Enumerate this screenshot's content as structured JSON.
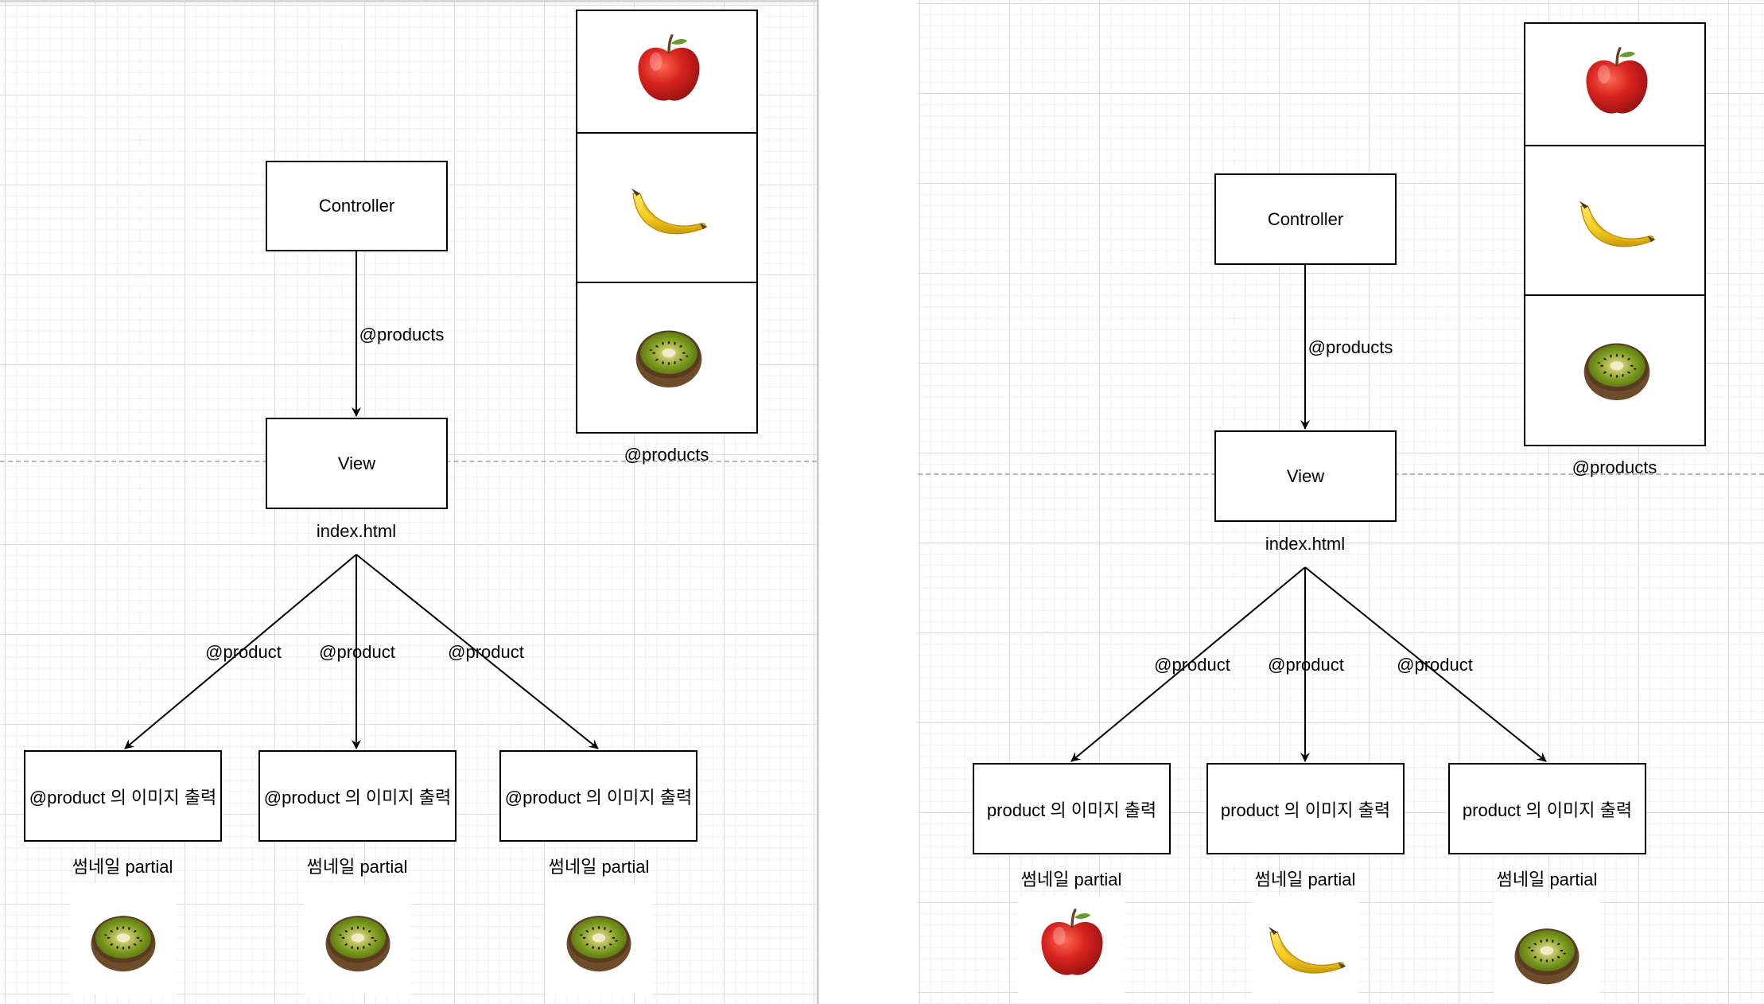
{
  "left": {
    "controller_label": "Controller",
    "view_label": "View",
    "view_caption": "index.html",
    "edge_controller_view": "@products",
    "products_caption": "@products",
    "products_strip": [
      "apple-icon",
      "banana-icon",
      "kiwi-icon"
    ],
    "edge_labels": [
      "@product",
      "@product",
      "@product"
    ],
    "partials": [
      {
        "label": "@product 의 이미지 출력",
        "caption": "썸네일 partial",
        "thumb": "kiwi-icon"
      },
      {
        "label": "@product 의 이미지 출력",
        "caption": "썸네일 partial",
        "thumb": "kiwi-icon"
      },
      {
        "label": "@product 의 이미지 출력",
        "caption": "썸네일 partial",
        "thumb": "kiwi-icon"
      }
    ]
  },
  "right": {
    "controller_label": "Controller",
    "view_label": "View",
    "view_caption": "index.html",
    "edge_controller_view": "@products",
    "products_caption": "@products",
    "products_strip": [
      "apple-icon",
      "banana-icon",
      "kiwi-icon"
    ],
    "edge_labels": [
      "@product",
      "@product",
      "@product"
    ],
    "partials": [
      {
        "label": "product 의 이미지 출력",
        "caption": "썸네일 partial",
        "thumb": "apple-icon"
      },
      {
        "label": "product 의 이미지 출력",
        "caption": "썸네일 partial",
        "thumb": "banana-icon"
      },
      {
        "label": "product 의 이미지 출력",
        "caption": "썸네일 partial",
        "thumb": "kiwi-icon"
      }
    ]
  },
  "colors": {
    "apple": "#d8231f",
    "banana": "#f4cc1d",
    "kiwi_skin": "#6d4c2b",
    "kiwi_flesh": "#7c9a1d"
  }
}
